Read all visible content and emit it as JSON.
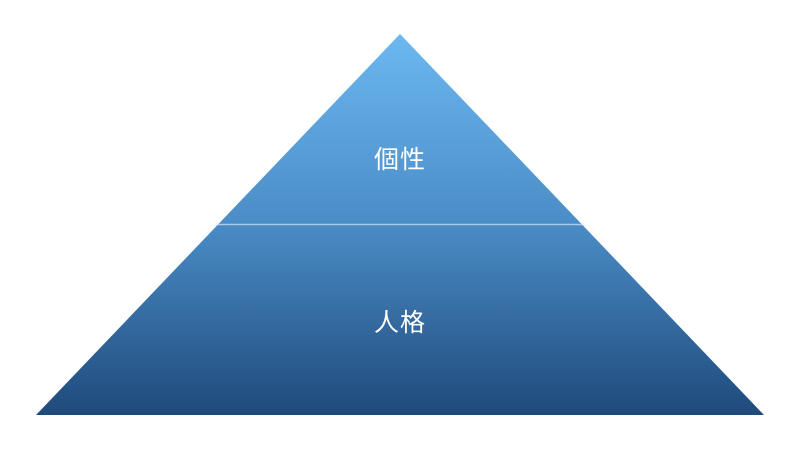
{
  "diagram": {
    "type": "pyramid",
    "levels": [
      {
        "label": "個性",
        "position": "top"
      },
      {
        "label": "人格",
        "position": "bottom"
      }
    ],
    "colors": {
      "gradient_top": "#6cb8f0",
      "gradient_mid": "#4a8cc6",
      "gradient_bottom": "#1f4a7c",
      "divider": "#a9cbe8",
      "text": "#ffffff",
      "background": "#ffffff"
    }
  }
}
